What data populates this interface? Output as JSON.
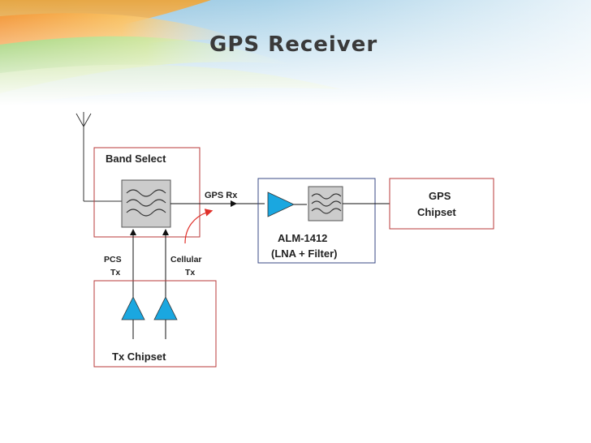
{
  "slide": {
    "title": "GPS Receiver"
  },
  "diagram": {
    "band_select_label": "Band Select",
    "gps_rx_label": "GPS Rx",
    "pcs_tx_label_line1": "PCS",
    "pcs_tx_label_line2": "Tx",
    "cellular_tx_label_line1": "Cellular",
    "cellular_tx_label_line2": "Tx",
    "tx_chipset_label": "Tx Chipset",
    "lna_label_line1": "ALM-1412",
    "lna_label_line2": "(LNA + Filter)",
    "gps_chipset_label_line1": "GPS",
    "gps_chipset_label_line2": "Chipset"
  },
  "colors": {
    "block_border_red": "#b83a3a",
    "block_border_blue": "#3a4a86",
    "amplifier_fill": "#1aa7e0",
    "cellular_arrow": "#e0302a",
    "filter_fill": "#cccccc"
  }
}
